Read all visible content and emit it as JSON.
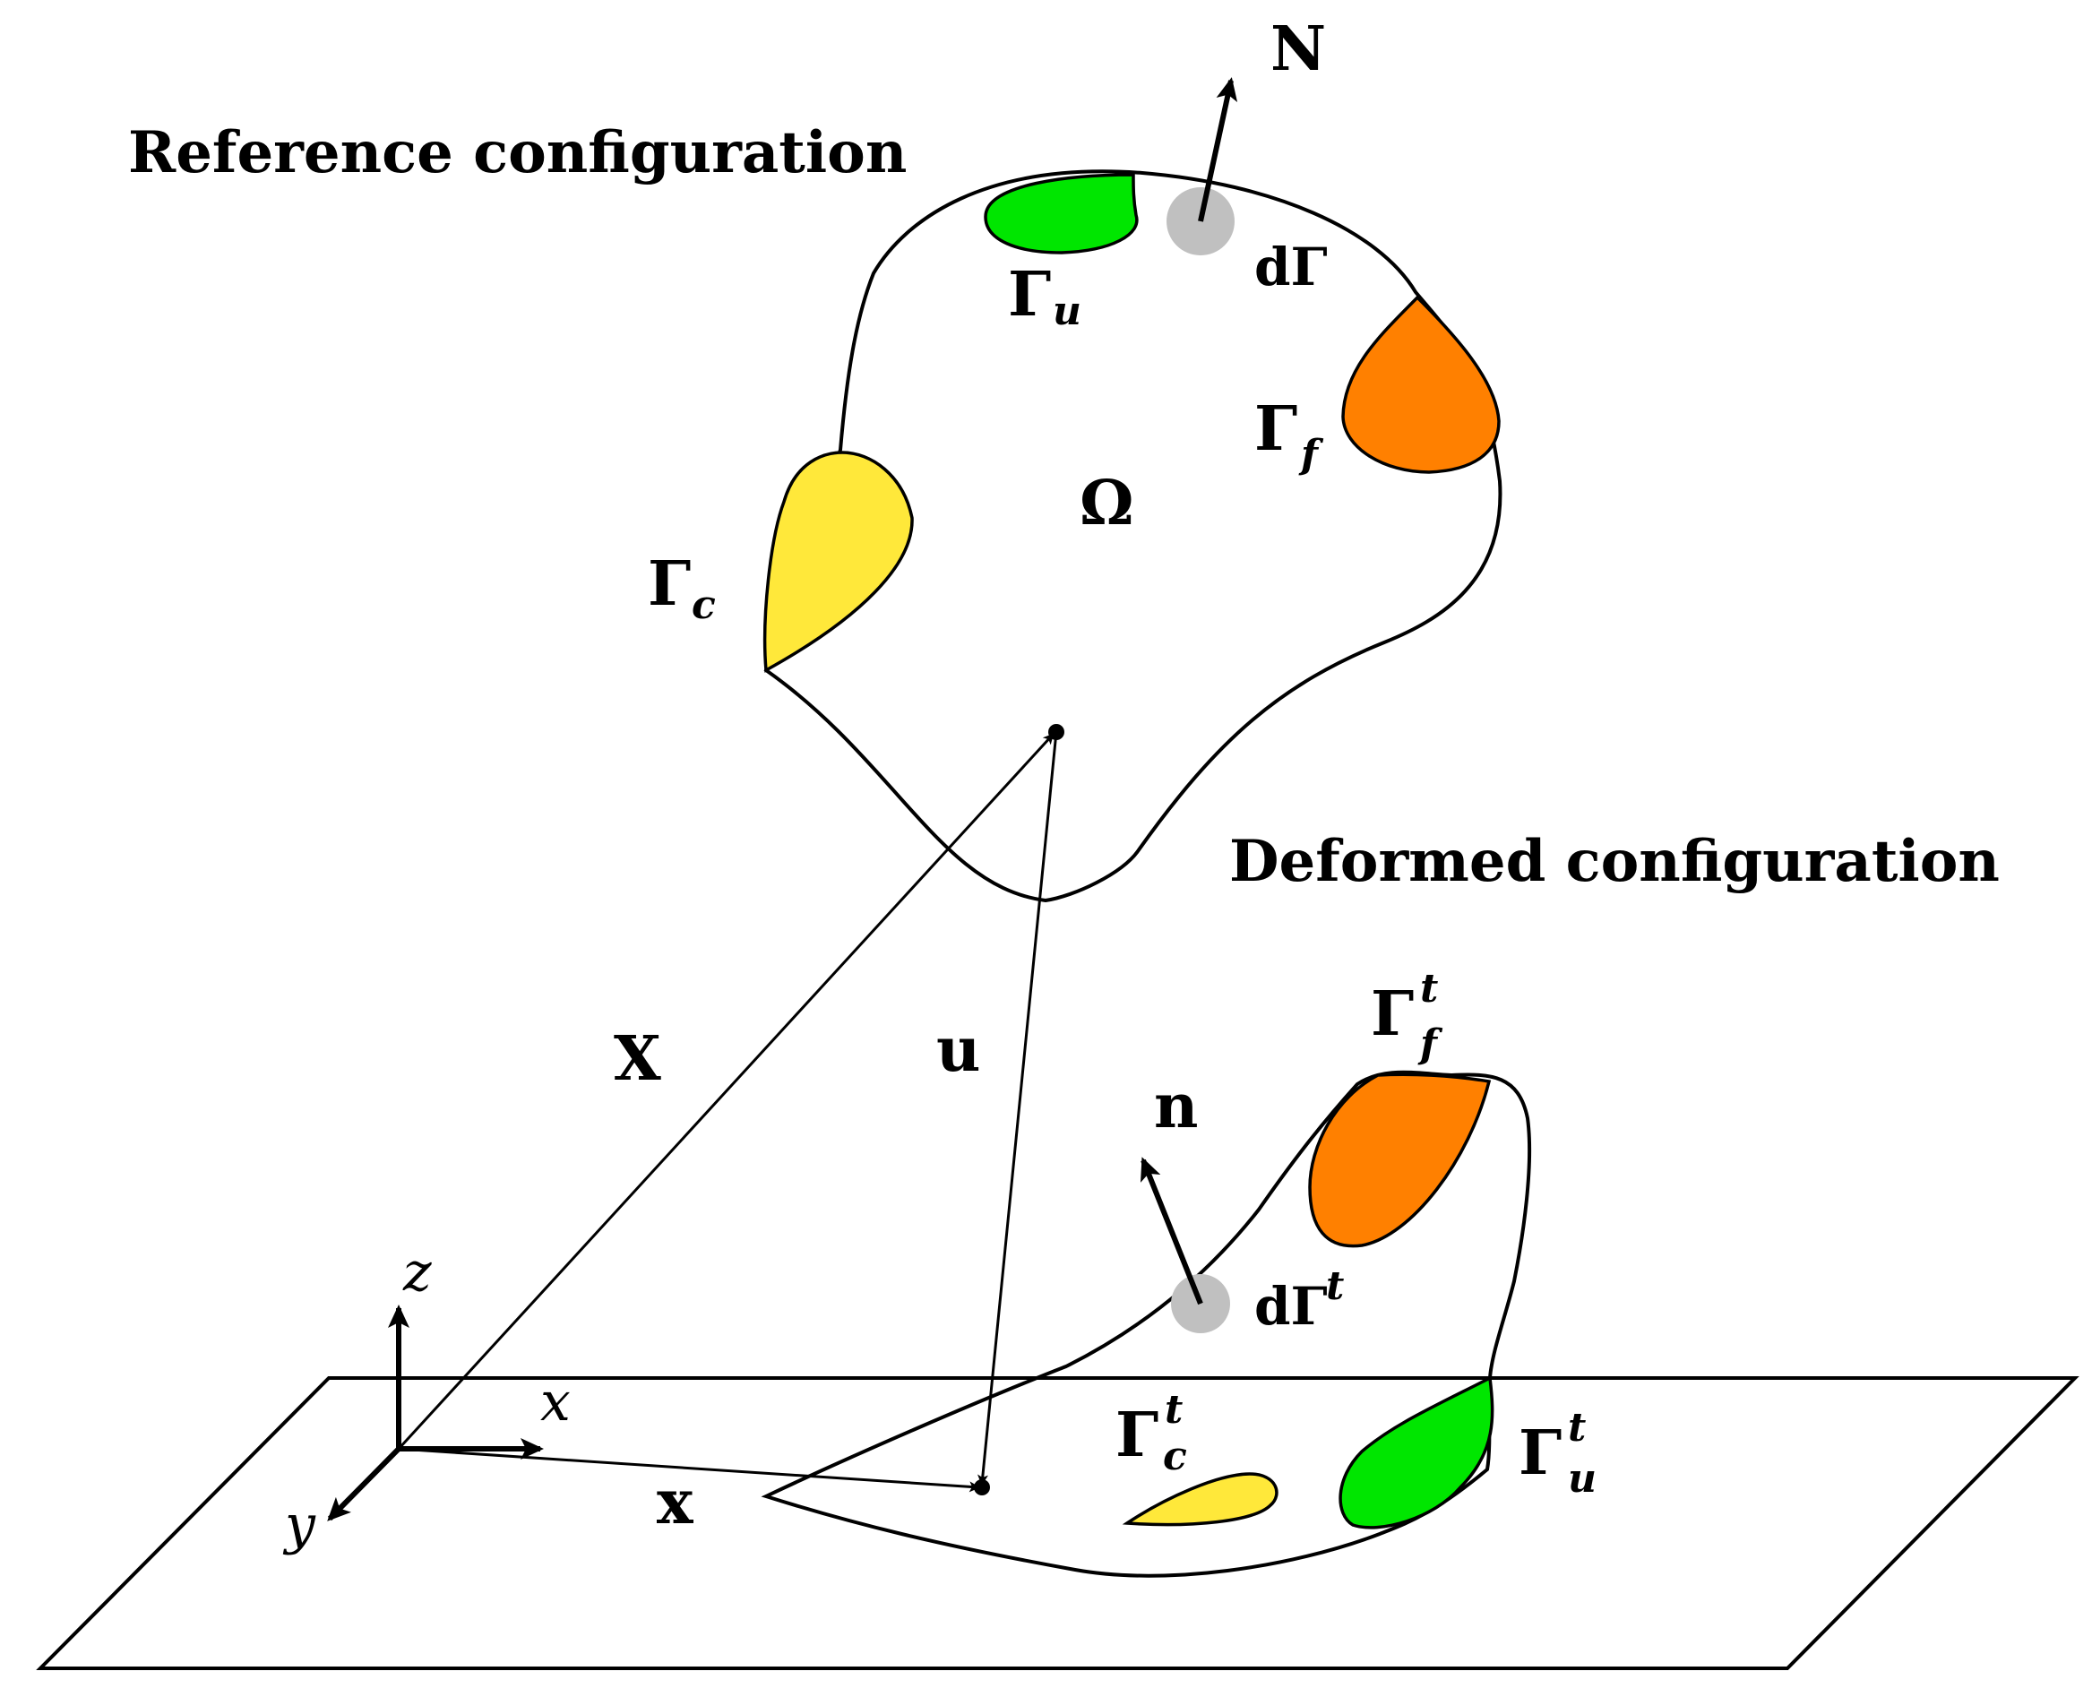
{
  "headings": {
    "reference": "Reference configuration",
    "deformed": "Deformed configuration"
  },
  "labels": {
    "normal_ref": "N",
    "normal_def": "n",
    "omega": "Ω",
    "dGamma": "dΓ",
    "dGamma_t_main": "dΓ",
    "dGamma_t_sup": "t",
    "gamma_main": "Γ",
    "sub_u": "u",
    "sub_f": "f",
    "sub_c": "c",
    "sup_t": "t",
    "vec_X": "X",
    "vec_u": "u",
    "vec_x": "x",
    "axis_x": "x",
    "axis_y": "y",
    "axis_z": "z"
  },
  "colors": {
    "displacement_boundary": "#00e600",
    "traction_boundary": "#ff8000",
    "contact_boundary": "#ffe83a",
    "surface_element": "#c0c0c0",
    "line": "#000000",
    "background": "#ffffff"
  }
}
